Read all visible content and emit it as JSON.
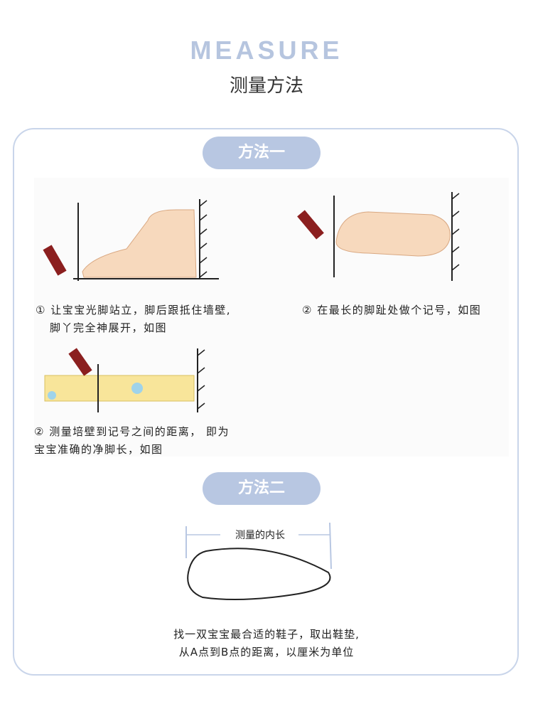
{
  "header": {
    "title": "MEASURE",
    "subtitle": "测量方法"
  },
  "method1": {
    "label": "方法一",
    "step1": {
      "line1": "① 让宝宝光脚站立，脚后跟抵住墙壁,",
      "line2": "脚丫完全神展开，如图"
    },
    "step2": "② 在最长的脚趾处做个记号，如图",
    "step3": {
      "line1": "② 测量培壁到记号之间的距离， 即为",
      "line2": "宝宝准确的净脚长，如图"
    }
  },
  "method2": {
    "label": "方法二",
    "diagram_label": "测量的内长",
    "instruction": {
      "line1": "找一双宝宝最合适的鞋子，取出鞋垫,",
      "line2": "从A点到B点的距离，以厘米为单位"
    }
  },
  "colors": {
    "accent": "#b8c7e2",
    "title": "#b6c5df"
  }
}
